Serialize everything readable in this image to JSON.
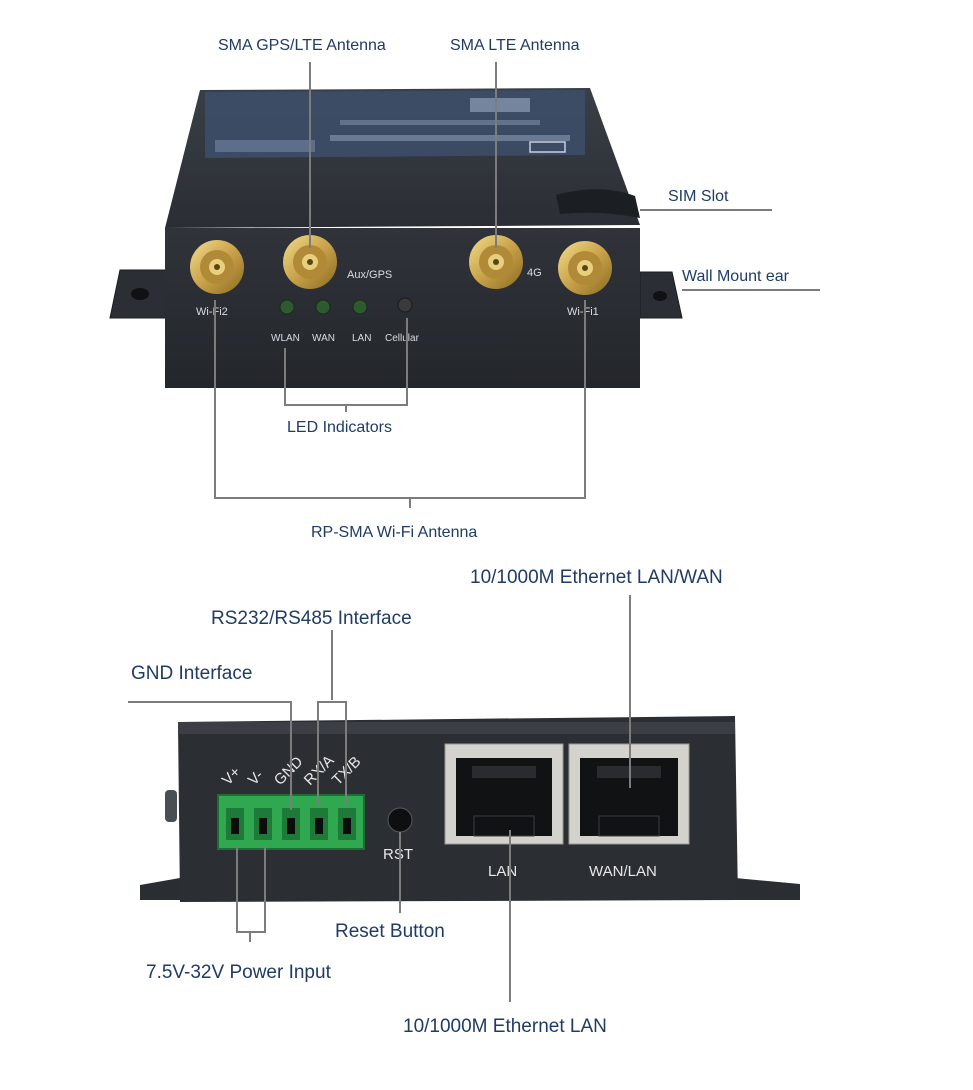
{
  "top_view": {
    "callouts": {
      "sma_gps_lte": "SMA GPS/LTE Antenna",
      "sma_lte": "SMA LTE Antenna",
      "sim_slot": "SIM Slot",
      "wall_mount_ear": "Wall Mount ear",
      "led_indicators": "LED Indicators",
      "rp_sma_wifi": "RP-SMA Wi-Fi Antenna"
    },
    "panel_labels": {
      "wifi2": "Wi-Fi2",
      "aux_gps": "Aux/GPS",
      "lte_4g": "4G",
      "wifi1": "Wi-Fi1",
      "wlan": "WLAN",
      "wan": "WAN",
      "lan": "LAN",
      "cellular": "Cellular"
    }
  },
  "bottom_view": {
    "callouts": {
      "eth_lan_wan": "10/1000M Ethernet LAN/WAN",
      "rs232_rs485": "RS232/RS485 Interface",
      "gnd_interface": "GND Interface",
      "reset_button": "Reset Button",
      "power_input": "7.5V-32V Power Input",
      "eth_lan": "10/1000M Ethernet LAN"
    },
    "panel_labels": {
      "v_plus": "V+",
      "v_minus": "V-",
      "gnd": "GND",
      "rx_a": "RX/A",
      "tx_b": "TX/B",
      "rst": "RST",
      "lan": "LAN",
      "wan_lan": "WAN/LAN"
    }
  },
  "colors": {
    "label_text": "#1f3b66",
    "leader_line": "#7c7c7c",
    "device_body": "#2c3036",
    "antenna_gold": "#c9a24a",
    "terminal_green": "#2fa84f"
  }
}
